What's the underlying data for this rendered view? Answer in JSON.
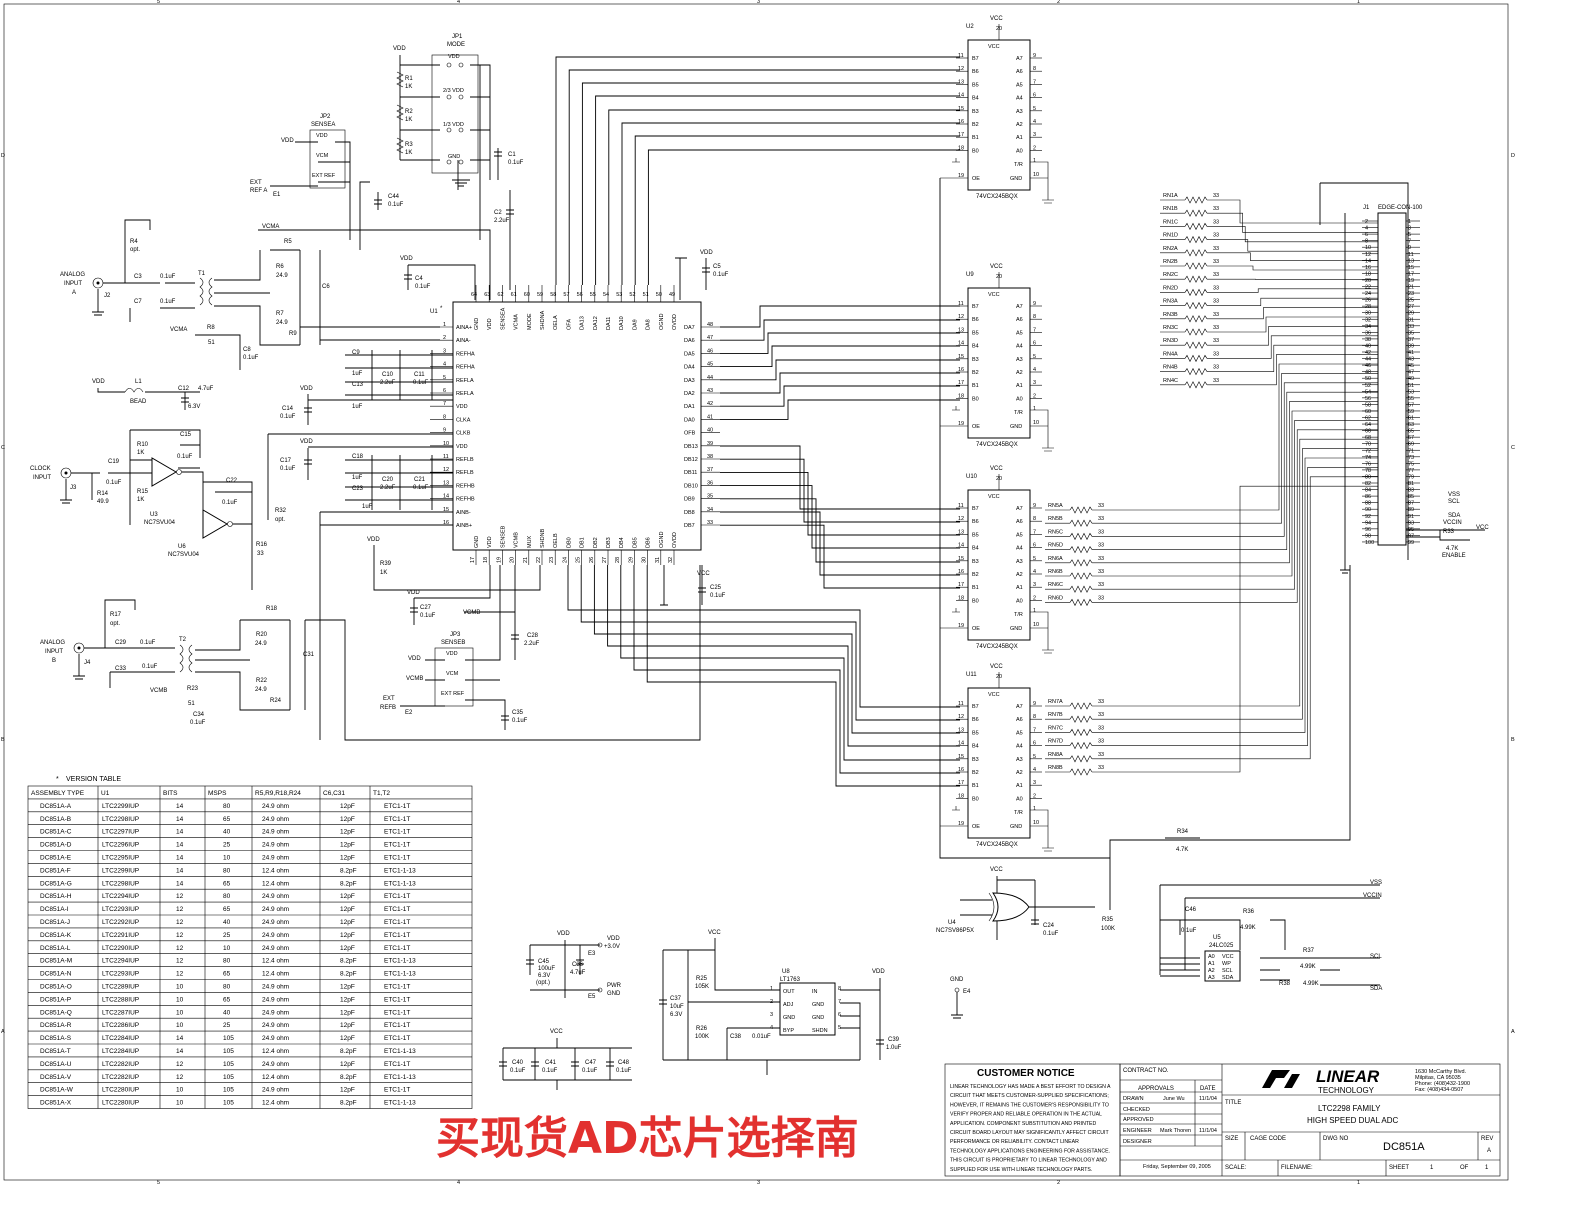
{
  "sheet": {
    "border_cols": [
      "5",
      "4",
      "3",
      "2",
      "1"
    ],
    "border_rows": [
      "D",
      "C",
      "B",
      "A"
    ]
  },
  "labels": {
    "analog_input_a": [
      "ANALOG",
      "INPUT",
      "A"
    ],
    "analog_input_b": [
      "ANALOG",
      "INPUT",
      "B"
    ],
    "clock_input": [
      "CLOCK",
      "INPUT"
    ],
    "ext_ref_a": [
      "EXT",
      "REF A"
    ],
    "ext_ref_b": [
      "EXT",
      "REFB"
    ],
    "vcma": "VCMA",
    "vcmb": "VCMB",
    "vdd": "VDD",
    "vcc": "VCC",
    "pwr_gnd": [
      "PWR",
      "GND"
    ],
    "vdd_3v": [
      "VDD",
      "+3.0V"
    ],
    "gnd": "GND",
    "edge_con": "EDGE-CON-100",
    "enable": "ENABLE"
  },
  "jumpers": {
    "jp1": {
      "name": "JP1",
      "title": "MODE",
      "opts": [
        "VDD",
        "2/3 VDD",
        "1/3 VDD",
        "GND"
      ]
    },
    "jp2": {
      "name": "JP2",
      "title": "SENSEA",
      "opts": [
        "VDD",
        "VCM",
        "EXT REF"
      ]
    },
    "jp3": {
      "name": "JP3",
      "title": "SENSEB",
      "opts": [
        "VDD",
        "VCM",
        "EXT REF"
      ]
    }
  },
  "u1": {
    "ref": "U1",
    "left_pins": [
      {
        "n": "1",
        "name": "AINA+"
      },
      {
        "n": "2",
        "name": "AINA-"
      },
      {
        "n": "3",
        "name": "REFHA"
      },
      {
        "n": "4",
        "name": "REFHA"
      },
      {
        "n": "5",
        "name": "REFLA"
      },
      {
        "n": "6",
        "name": "REFLA"
      },
      {
        "n": "7",
        "name": "VDD"
      },
      {
        "n": "8",
        "name": "CLKA"
      },
      {
        "n": "9",
        "name": "CLKB"
      },
      {
        "n": "10",
        "name": "VDD"
      },
      {
        "n": "11",
        "name": "REFLB"
      },
      {
        "n": "12",
        "name": "REFLB"
      },
      {
        "n": "13",
        "name": "REFHB"
      },
      {
        "n": "14",
        "name": "REFHB"
      },
      {
        "n": "15",
        "name": "AINB-"
      },
      {
        "n": "16",
        "name": "AINB+"
      }
    ],
    "right_pins": [
      {
        "n": "48",
        "name": "DA7"
      },
      {
        "n": "47",
        "name": "DA6"
      },
      {
        "n": "46",
        "name": "DA5"
      },
      {
        "n": "45",
        "name": "DA4"
      },
      {
        "n": "44",
        "name": "DA3"
      },
      {
        "n": "43",
        "name": "DA2"
      },
      {
        "n": "42",
        "name": "DA1"
      },
      {
        "n": "41",
        "name": "DA0"
      },
      {
        "n": "40",
        "name": "OFB"
      },
      {
        "n": "39",
        "name": "DB13"
      },
      {
        "n": "38",
        "name": "DB12"
      },
      {
        "n": "37",
        "name": "DB11"
      },
      {
        "n": "36",
        "name": "DB10"
      },
      {
        "n": "35",
        "name": "DB9"
      },
      {
        "n": "34",
        "name": "DB8"
      },
      {
        "n": "33",
        "name": "DB7"
      }
    ],
    "top_pins": [
      {
        "n": "64",
        "name": "GND"
      },
      {
        "n": "63",
        "name": "VDD"
      },
      {
        "n": "62",
        "name": "SENSEA"
      },
      {
        "n": "61",
        "name": "VCMA"
      },
      {
        "n": "60",
        "name": "MODE"
      },
      {
        "n": "59",
        "name": "SHDNA"
      },
      {
        "n": "58",
        "name": "OELA"
      },
      {
        "n": "57",
        "name": "OFA"
      },
      {
        "n": "56",
        "name": "DA13"
      },
      {
        "n": "55",
        "name": "DA12"
      },
      {
        "n": "54",
        "name": "DA11"
      },
      {
        "n": "53",
        "name": "DA10"
      },
      {
        "n": "52",
        "name": "DA9"
      },
      {
        "n": "51",
        "name": "DA8"
      },
      {
        "n": "50",
        "name": "OGND"
      },
      {
        "n": "49",
        "name": "OVDD"
      }
    ],
    "bottom_pins": [
      {
        "n": "17",
        "name": "GND"
      },
      {
        "n": "18",
        "name": "VDD"
      },
      {
        "n": "19",
        "name": "SENSEB"
      },
      {
        "n": "20",
        "name": "VCMB"
      },
      {
        "n": "21",
        "name": "MUX"
      },
      {
        "n": "22",
        "name": "SHDNB"
      },
      {
        "n": "23",
        "name": "OELB"
      },
      {
        "n": "24",
        "name": "DB0"
      },
      {
        "n": "25",
        "name": "DB1"
      },
      {
        "n": "26",
        "name": "DB2"
      },
      {
        "n": "27",
        "name": "DB3"
      },
      {
        "n": "28",
        "name": "DB4"
      },
      {
        "n": "29",
        "name": "DB5"
      },
      {
        "n": "30",
        "name": "DB6"
      },
      {
        "n": "31",
        "name": "OGND"
      },
      {
        "n": "32",
        "name": "OVDD"
      }
    ]
  },
  "buffers": [
    {
      "ref": "U2",
      "part": "74VCX245BQX"
    },
    {
      "ref": "U9",
      "part": "74VCX245BQX"
    },
    {
      "ref": "U10",
      "part": "74VCX245BQX"
    },
    {
      "ref": "U11",
      "part": "74VCX245BQX"
    }
  ],
  "buffer_pins": {
    "left": [
      "B7",
      "B6",
      "B5",
      "B4",
      "B3",
      "B2",
      "B1",
      "B0"
    ],
    "left_n": [
      "11",
      "12",
      "13",
      "14",
      "15",
      "16",
      "17",
      "18"
    ],
    "right": [
      "A7",
      "A6",
      "A5",
      "A4",
      "A3",
      "A2",
      "A1",
      "A0"
    ],
    "right_n": [
      "9",
      "8",
      "7",
      "6",
      "5",
      "4",
      "3",
      "2"
    ],
    "oe": "OE",
    "tr": "T/R",
    "gnd": "GND",
    "vcc": "VCC",
    "vcc_pin": "20",
    "oe_pin": "19",
    "gnd_pin": "10",
    "tr_pin": "1"
  },
  "rn_groups": [
    [
      "RN1A",
      "RN1B",
      "RN1C",
      "RN1D",
      "RN2A",
      "RN2B",
      "RN2C",
      "RN2D",
      "RN3A",
      "RN3B",
      "RN3C",
      "RN3D",
      "RN4A",
      "RN4B",
      "RN4C"
    ],
    [
      "RN5A",
      "RN5B",
      "RN5C",
      "RN5D",
      "RN6A",
      "RN6B",
      "RN6C",
      "RN6D"
    ],
    [
      "RN7A",
      "RN7B",
      "RN7C",
      "RN7D",
      "RN8A",
      "RN8B"
    ]
  ],
  "rn_value": "33",
  "connector": {
    "ref": "J1",
    "left": [
      "2",
      "4",
      "6",
      "8",
      "10",
      "12",
      "14",
      "16",
      "18",
      "20",
      "22",
      "24",
      "26",
      "28",
      "30",
      "32",
      "34",
      "36",
      "38",
      "40",
      "42",
      "44",
      "46",
      "48",
      "50",
      "52",
      "54",
      "56",
      "58",
      "60",
      "62",
      "64",
      "66",
      "68",
      "70",
      "72",
      "74",
      "76",
      "78",
      "80",
      "82",
      "84",
      "86",
      "88",
      "90",
      "92",
      "94",
      "96",
      "98",
      "100"
    ],
    "right": [
      "1",
      "3",
      "5",
      "7",
      "9",
      "11",
      "13",
      "15",
      "17",
      "19",
      "21",
      "23",
      "25",
      "27",
      "29",
      "31",
      "33",
      "35",
      "37",
      "39",
      "41",
      "43",
      "45",
      "47",
      "49",
      "51",
      "53",
      "55",
      "57",
      "59",
      "61",
      "63",
      "65",
      "67",
      "69",
      "71",
      "73",
      "75",
      "77",
      "79",
      "81",
      "83",
      "85",
      "87",
      "89",
      "91",
      "93",
      "95",
      "97",
      "99"
    ],
    "nets": [
      "VSS",
      "SCL",
      "SDA",
      "VCCIN"
    ]
  },
  "parts": {
    "r4": [
      "R4",
      "opt."
    ],
    "c3": [
      "C3",
      "0.1uF"
    ],
    "c7": [
      "C7",
      "0.1uF"
    ],
    "t1": "T1",
    "r5": [
      "R5"
    ],
    "r6": [
      "R6",
      "24.9"
    ],
    "r7": [
      "R7",
      "24.9"
    ],
    "r8": [
      "R8",
      "51"
    ],
    "r9": [
      "R9"
    ],
    "c6": [
      "C6"
    ],
    "c8": [
      "C8",
      "0.1uF"
    ],
    "c4": [
      "C4",
      "0.1uF"
    ],
    "c5": [
      "C5",
      "0.1uF"
    ],
    "c2": [
      "C2",
      "2.2uF"
    ],
    "c1": [
      "C1",
      "0.1uF"
    ],
    "c44": [
      "C44",
      "0.1uF"
    ],
    "r1": [
      "R1",
      "1K"
    ],
    "r2": [
      "R2",
      "1K"
    ],
    "r3": [
      "R3",
      "1K"
    ],
    "l1": [
      "L1",
      "BEAD"
    ],
    "c12": [
      "C12",
      "4.7uF",
      "6.3V"
    ],
    "c14": [
      "C14",
      "0.1uF"
    ],
    "c9": [
      "C9",
      "1uF"
    ],
    "c10": [
      "C10",
      "2.2uF"
    ],
    "c11": [
      "C11",
      "0.1uF"
    ],
    "c13": [
      "C13",
      "1uF"
    ],
    "r10": [
      "R10",
      "1K"
    ],
    "r15": [
      "R15",
      "1K"
    ],
    "c15": [
      "C15",
      "0.1uF"
    ],
    "c19": [
      "C19",
      "0.1uF"
    ],
    "r14": [
      "R14",
      "49.9"
    ],
    "u3": [
      "U3",
      "NC7SVU04"
    ],
    "u6": [
      "U6",
      "NC7SVU04"
    ],
    "c22": [
      "C22",
      "0.1uF"
    ],
    "r32": [
      "R32",
      "opt."
    ],
    "r16": [
      "R16",
      "33"
    ],
    "c17": [
      "C17",
      "0.1uF"
    ],
    "c18": [
      "C18",
      "1uF"
    ],
    "c20": [
      "C20",
      "2.2uF"
    ],
    "c21": [
      "C21",
      "0.1uF"
    ],
    "c23": [
      "C23",
      "1uF"
    ],
    "r39": [
      "R39",
      "1K"
    ],
    "c27": [
      "C27",
      "0.1uF"
    ],
    "c28": [
      "C28",
      "2.2uF"
    ],
    "c35": [
      "C35",
      "0.1uF"
    ],
    "c25": [
      "C25",
      "0.1uF"
    ],
    "r17": [
      "R17",
      "opt."
    ],
    "c29": [
      "C29",
      "0.1uF"
    ],
    "c33": [
      "C33",
      "0.1uF"
    ],
    "t2": "T2",
    "r18": [
      "R18"
    ],
    "r20": [
      "R20",
      "24.9"
    ],
    "r22": [
      "R22",
      "24.9"
    ],
    "r23": [
      "R23",
      "51"
    ],
    "r24": [
      "R24"
    ],
    "c31": [
      "C31"
    ],
    "c34": [
      "C34",
      "0.1uF"
    ],
    "r34": [
      "R34",
      "4.7K"
    ],
    "u4": [
      "U4",
      "NC7SV86P5X"
    ],
    "c24": [
      "C24",
      "0.1uF"
    ],
    "r35": [
      "R35",
      "100K"
    ],
    "c46": [
      "C46",
      "0.1uF"
    ],
    "r36": [
      "R36",
      "4.99K"
    ],
    "r37": [
      "R37",
      "4.99K"
    ],
    "r38": [
      "R38",
      "4.99K"
    ],
    "u5": [
      "U5",
      "24LC025"
    ],
    "c45": [
      "C45",
      "100uF",
      "6.3V",
      "(opt.)"
    ],
    "c36": [
      "C36",
      "4.7uF"
    ],
    "u8": [
      "U8",
      "LT1763"
    ],
    "r25": [
      "R25",
      "105K"
    ],
    "r26": [
      "R26",
      "100K"
    ],
    "c37": [
      "C37",
      "10uF",
      "6.3V"
    ],
    "c38": [
      "C38",
      "0.01uF"
    ],
    "c39": [
      "C39",
      "1.0uF"
    ],
    "c40": [
      "C40",
      "0.1uF"
    ],
    "c41": [
      "C41",
      "0.1uF"
    ],
    "c47": [
      "C47",
      "0.1uF"
    ],
    "c48": [
      "C48",
      "0.1uF"
    ],
    "r33": [
      "R33",
      "4.7K"
    ],
    "j2": "J2",
    "j3": "J3",
    "j4": "J4",
    "e1": "E1",
    "e2": "E2",
    "e3": "E3",
    "e4": "E4",
    "e5": "E5"
  },
  "u8_pins": {
    "left": [
      "OUT",
      "ADJ",
      "GND",
      "BYP"
    ],
    "right": [
      "IN",
      "GND",
      "GND",
      "SHDN"
    ],
    "left_n": [
      "1",
      "2",
      "3",
      "4"
    ],
    "right_n": [
      "8",
      "7",
      "6",
      "5"
    ]
  },
  "u5_pins": {
    "left": [
      "A0",
      "A1",
      "A2",
      "A3"
    ],
    "right": [
      "VCC",
      "WP",
      "SCL",
      "SDA"
    ]
  },
  "version_table": {
    "title": "VERSION TABLE",
    "headers": [
      "ASSEMBLY TYPE",
      "U1",
      "BITS",
      "MSPS",
      "R5,R9,R18,R24",
      "C6,C31",
      "T1,T2"
    ],
    "rows": [
      [
        "DC851A-A",
        "LTC2299IUP",
        "14",
        "80",
        "24.9 ohm",
        "12pF",
        "ETC1-1T"
      ],
      [
        "DC851A-B",
        "LTC2298IUP",
        "14",
        "65",
        "24.9 ohm",
        "12pF",
        "ETC1-1T"
      ],
      [
        "DC851A-C",
        "LTC2297IUP",
        "14",
        "40",
        "24.9 ohm",
        "12pF",
        "ETC1-1T"
      ],
      [
        "DC851A-D",
        "LTC2296IUP",
        "14",
        "25",
        "24.9 ohm",
        "12pF",
        "ETC1-1T"
      ],
      [
        "DC851A-E",
        "LTC2295IUP",
        "14",
        "10",
        "24.9 ohm",
        "12pF",
        "ETC1-1T"
      ],
      [
        "DC851A-F",
        "LTC2299IUP",
        "14",
        "80",
        "12.4 ohm",
        "8.2pF",
        "ETC1-1-13"
      ],
      [
        "DC851A-G",
        "LTC2298IUP",
        "14",
        "65",
        "12.4 ohm",
        "8.2pF",
        "ETC1-1-13"
      ],
      [
        "DC851A-H",
        "LTC2294IUP",
        "12",
        "80",
        "24.9 ohm",
        "12pF",
        "ETC1-1T"
      ],
      [
        "DC851A-I",
        "LTC2293IUP",
        "12",
        "65",
        "24.9 ohm",
        "12pF",
        "ETC1-1T"
      ],
      [
        "DC851A-J",
        "LTC2292IUP",
        "12",
        "40",
        "24.9 ohm",
        "12pF",
        "ETC1-1T"
      ],
      [
        "DC851A-K",
        "LTC2291IUP",
        "12",
        "25",
        "24.9 ohm",
        "12pF",
        "ETC1-1T"
      ],
      [
        "DC851A-L",
        "LTC2290IUP",
        "12",
        "10",
        "24.9 ohm",
        "12pF",
        "ETC1-1T"
      ],
      [
        "DC851A-M",
        "LTC2294IUP",
        "12",
        "80",
        "12.4 ohm",
        "8.2pF",
        "ETC1-1-13"
      ],
      [
        "DC851A-N",
        "LTC2293IUP",
        "12",
        "65",
        "12.4 ohm",
        "8.2pF",
        "ETC1-1-13"
      ],
      [
        "DC851A-O",
        "LTC2289IUP",
        "10",
        "80",
        "24.9 ohm",
        "12pF",
        "ETC1-1T"
      ],
      [
        "DC851A-P",
        "LTC2288IUP",
        "10",
        "65",
        "24.9 ohm",
        "12pF",
        "ETC1-1T"
      ],
      [
        "DC851A-Q",
        "LTC2287IUP",
        "10",
        "40",
        "24.9 ohm",
        "12pF",
        "ETC1-1T"
      ],
      [
        "DC851A-R",
        "LTC2286IUP",
        "10",
        "25",
        "24.9 ohm",
        "12pF",
        "ETC1-1T"
      ],
      [
        "DC851A-S",
        "LTC2284IUP",
        "14",
        "105",
        "24.9 ohm",
        "12pF",
        "ETC1-1T"
      ],
      [
        "DC851A-T",
        "LTC2284IUP",
        "14",
        "105",
        "12.4 ohm",
        "8.2pF",
        "ETC1-1-13"
      ],
      [
        "DC851A-U",
        "LTC2282IUP",
        "12",
        "105",
        "24.9 ohm",
        "12pF",
        "ETC1-1T"
      ],
      [
        "DC851A-V",
        "LTC2282IUP",
        "12",
        "105",
        "12.4 ohm",
        "8.2pF",
        "ETC1-1-13"
      ],
      [
        "DC851A-W",
        "LTC2280IUP",
        "10",
        "105",
        "24.9 ohm",
        "12pF",
        "ETC1-1T"
      ],
      [
        "DC851A-X",
        "LTC2280IUP",
        "10",
        "105",
        "12.4 ohm",
        "8.2pF",
        "ETC1-1-13"
      ]
    ]
  },
  "customer_notice": {
    "title": "CUSTOMER NOTICE",
    "lines": [
      "LINEAR TECHNOLOGY HAS MADE A BEST EFFORT TO DESIGN A",
      "CIRCUIT THAT MEETS CUSTOMER-SUPPLIED SPECIFICATIONS;",
      "HOWEVER, IT REMAINS THE CUSTOMER'S RESPONSIBILITY TO",
      "VERIFY PROPER AND RELIABLE OPERATION IN THE ACTUAL",
      "APPLICATION. COMPONENT SUBSTITUTION AND PRINTED",
      "CIRCUIT BOARD LAYOUT MAY SIGNIFICANTLY AFFECT CIRCUIT",
      "PERFORMANCE OR RELIABILITY. CONTACT LINEAR",
      "TECHNOLOGY APPLICATIONS ENGINEERING FOR ASSISTANCE.",
      "THIS CIRCUIT IS PROPRIETARY TO LINEAR TECHNOLOGY AND",
      "SUPPLIED FOR USE WITH LINEAR TECHNOLOGY PARTS."
    ]
  },
  "title_block": {
    "contract_no": "CONTRACT NO.",
    "approvals": "APPROVALS",
    "date": "DATE",
    "drawn": "DRAWN",
    "drawn_by": "June Wu",
    "drawn_date": "11/1/04",
    "checked": "CHECKED",
    "approved": "APPROVED",
    "engineer": "ENGINEER",
    "engineer_by": "Mark Thoren",
    "engineer_date": "11/1/04",
    "designer": "DESIGNER",
    "logo": "LINEAR",
    "logo_sub": "TECHNOLOGY",
    "address": [
      "1630 McCarthy Blvd.",
      "Milpitas, CA 95035",
      "Phone: (408)432-1900",
      "Fax: (408)434-0507"
    ],
    "title_label": "TITLE",
    "title_1": "LTC2298 FAMILY",
    "title_2": "HIGH SPEED DUAL ADC",
    "size": "SIZE",
    "cage_code": "CAGE CODE",
    "dwg_no": "DWG NO",
    "rev": "REV",
    "dwg_value": "DC851A",
    "rev_value": "A",
    "date_stamp": "Friday, September 09, 2005",
    "scale": "SCALE:",
    "filename": "FILENAME:",
    "sheet": "SHEET",
    "sheet_no": "1",
    "of": "OF",
    "of_no": "1"
  },
  "watermark": "买现货AD芯片选择南"
}
